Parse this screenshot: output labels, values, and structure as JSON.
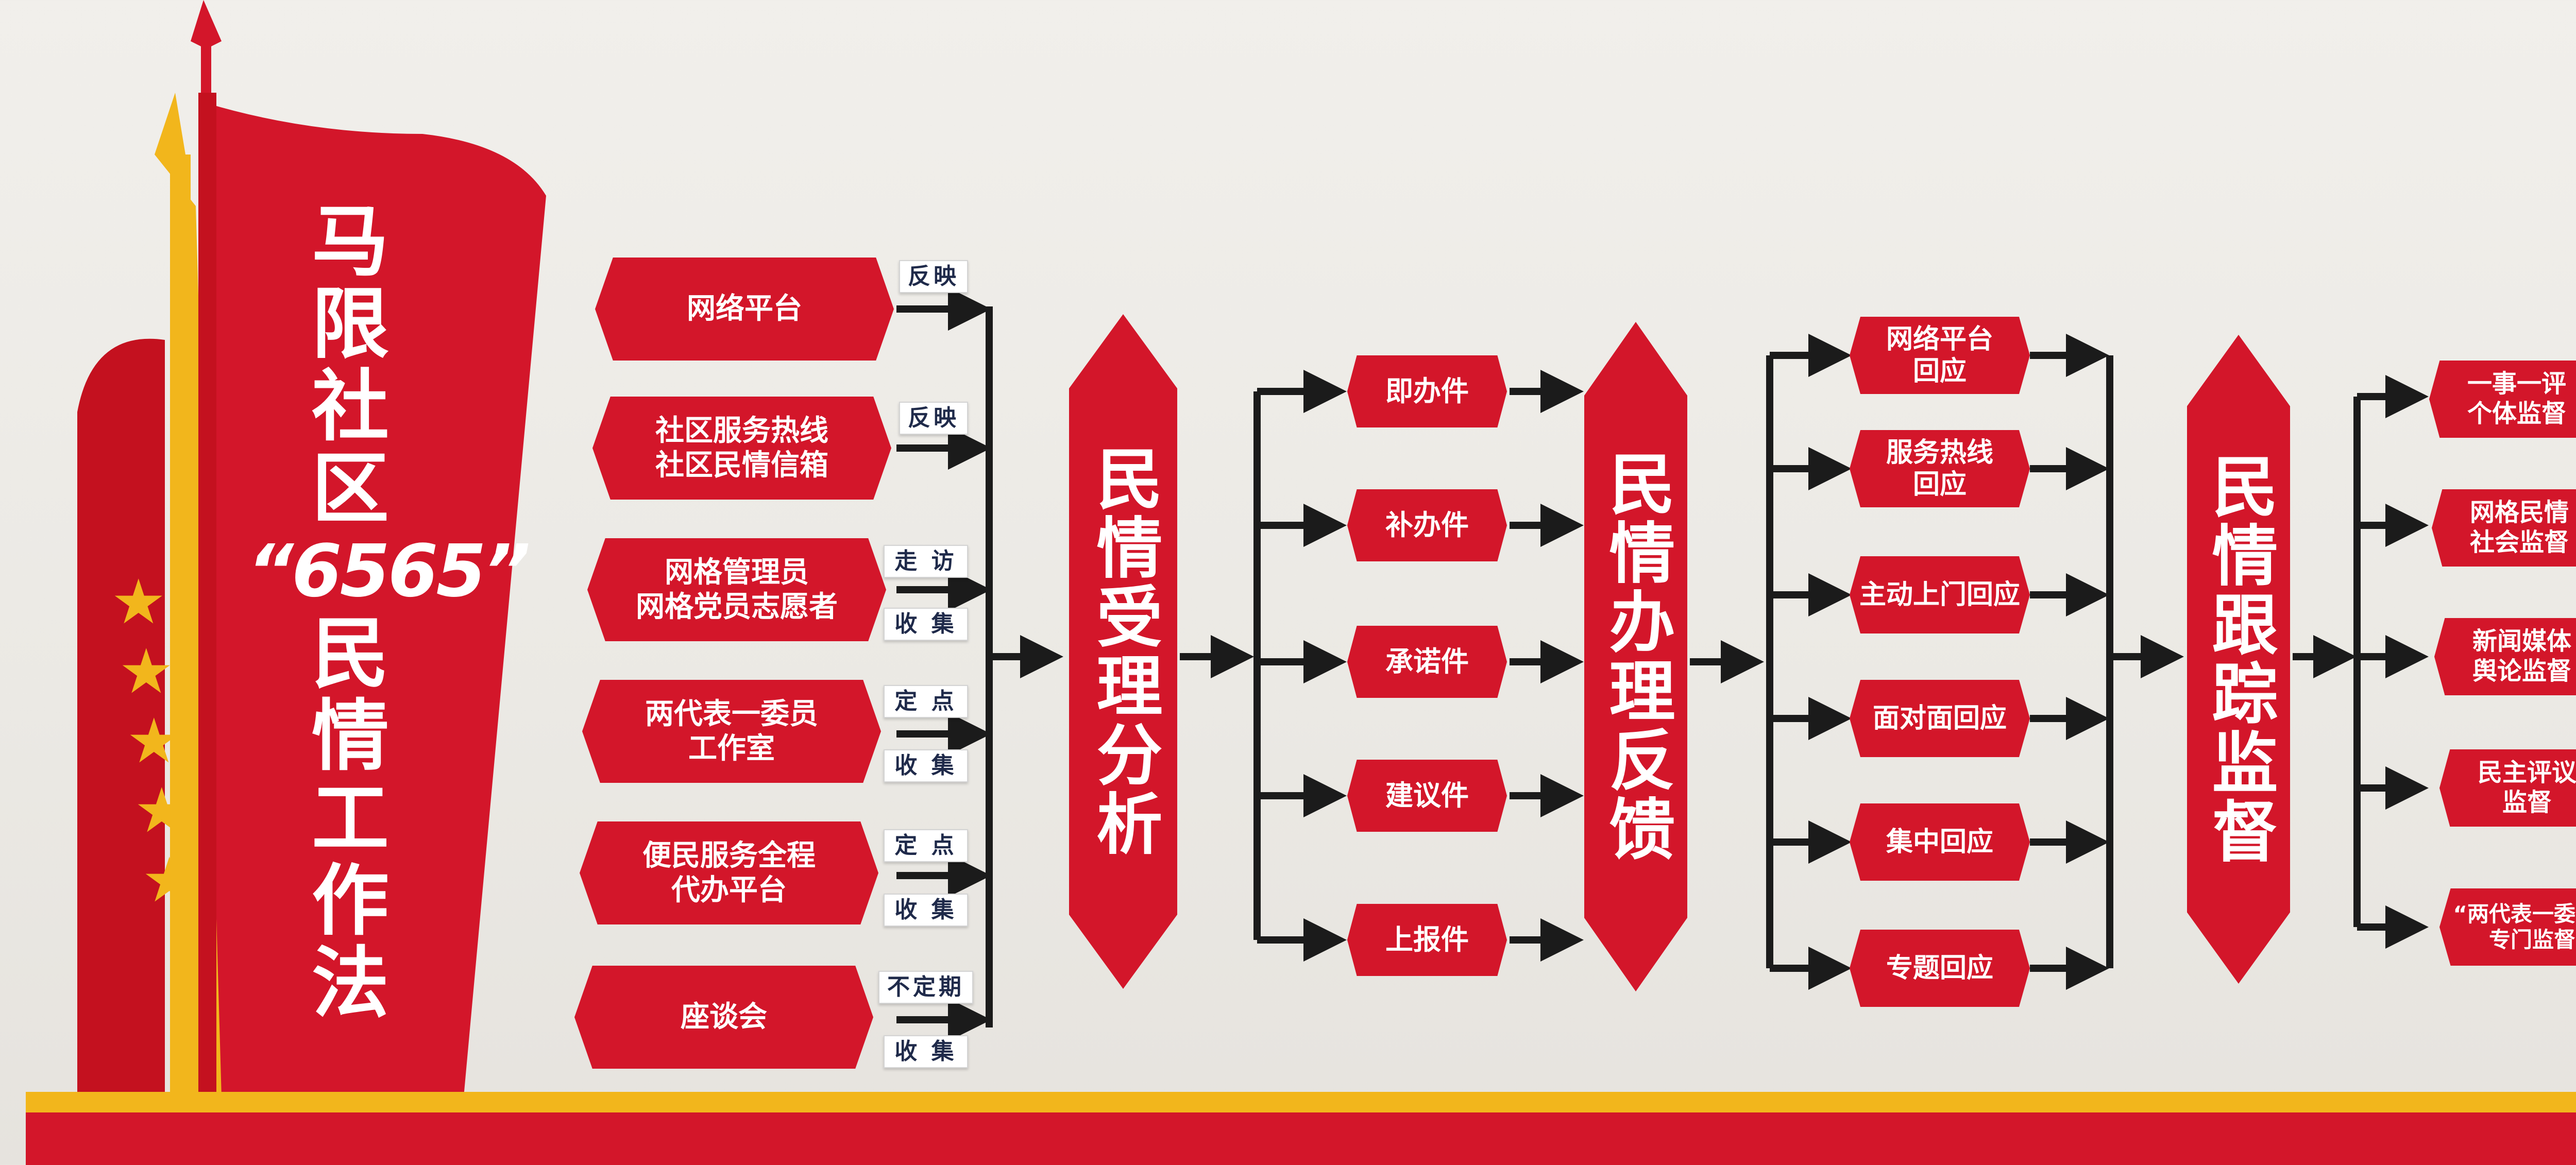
{
  "title": {
    "chars_top": [
      "马",
      "限",
      "社",
      "区"
    ],
    "number": "“6565”",
    "chars_bottom": [
      "民",
      "情",
      "工",
      "作",
      "法"
    ]
  },
  "sources": [
    {
      "label": "网络平台",
      "tags": [
        "反映"
      ]
    },
    {
      "label": "社区服务热线\n社区民情信箱",
      "tags": [
        "反映"
      ]
    },
    {
      "label": "网格管理员\n网格党员志愿者",
      "tags": [
        "走 访",
        "收 集"
      ]
    },
    {
      "label": "两代表一委员\n工作室",
      "tags": [
        "定 点",
        "收 集"
      ]
    },
    {
      "label": "便民服务全程\n代办平台",
      "tags": [
        "定 点",
        "收 集"
      ]
    },
    {
      "label": "座谈会",
      "tags": [
        "不定期",
        "收 集"
      ]
    }
  ],
  "stages": [
    {
      "label": "民情受理分析"
    },
    {
      "label": "民情办理反馈"
    },
    {
      "label": "民情跟踪监督"
    }
  ],
  "handling_types": [
    "即办件",
    "补办件",
    "承诺件",
    "建议件",
    "上报件"
  ],
  "responses": [
    "网络平台\n回应",
    "服务热线\n回应",
    "主动上门回应",
    "面对面回应",
    "集中回应",
    "专题回应"
  ],
  "supervision": [
    "一事一评\n个体监督",
    "网格民情\n社会监督",
    "新闻媒体\n舆论监督",
    "民主评议\n监督",
    "“两代表一委员”\n专门监督"
  ],
  "colors": {
    "red": "#d3162a",
    "gold": "#f2b61c",
    "arrow": "#1b1b1b",
    "wall": "#efede9"
  }
}
